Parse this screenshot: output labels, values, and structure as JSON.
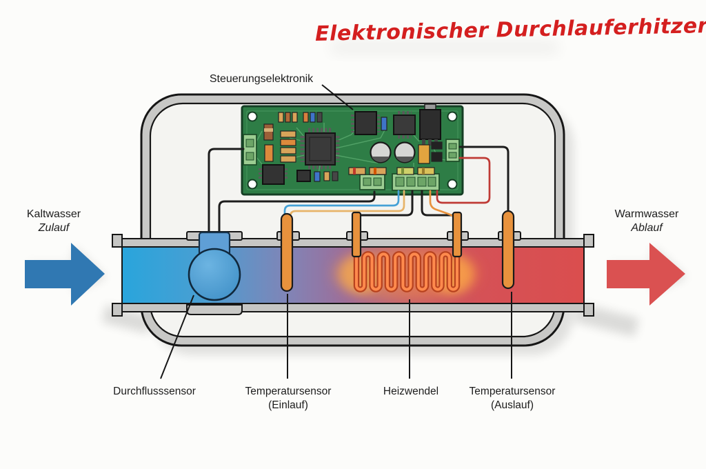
{
  "title": "Elektronischer Durchlauferhitzer",
  "labels": {
    "control_electronics": "Steuerungselektronik",
    "cold_inlet_line1": "Kaltwasser",
    "cold_inlet_line2": "Zulauf",
    "hot_outlet_line1": "Warmwasser",
    "hot_outlet_line2": "Ablauf",
    "flow_sensor": "Durchflusssensor",
    "temp_sensor_inlet_line1": "Temperatursensor",
    "temp_sensor_inlet_line2": "(Einlauf)",
    "heating_coil": "Heizwendel",
    "temp_sensor_outlet_line1": "Temperatursensor",
    "temp_sensor_outlet_line2": "(Auslauf)"
  },
  "colors": {
    "title_red": "#d41f1f",
    "cold_arrow_blue": "#3078b2",
    "hot_arrow_red": "#da5151",
    "pcb_green": "#2e7d46",
    "coil_orange": "#ff8a4d",
    "sensor_orange": "#e8923d",
    "cold_water": "#29a5dc",
    "hot_water": "#da4e4e",
    "label_text": "#1c1c1c"
  }
}
